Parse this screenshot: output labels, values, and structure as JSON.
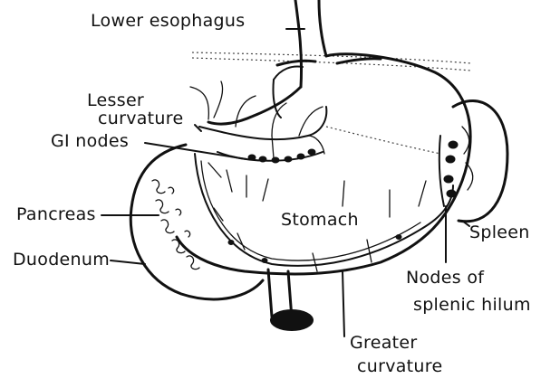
{
  "labels": {
    "lower_esophagus": "Lower esophagus",
    "lesser_curvature_line1": "Lesser",
    "lesser_curvature_line2": "curvature",
    "gi_nodes": "GI nodes",
    "pancreas": "Pancreas",
    "duodenum": "Duodenum",
    "stomach": "Stomach",
    "spleen": "Spleen",
    "nodes_splenic_hilum_line1": "Nodes of",
    "nodes_splenic_hilum_line2": "splenic hilum",
    "greater_curvature_line1": "Greater",
    "greater_curvature_line2": "curvature"
  },
  "colors": {
    "ink": "#111111",
    "background": "#ffffff"
  }
}
